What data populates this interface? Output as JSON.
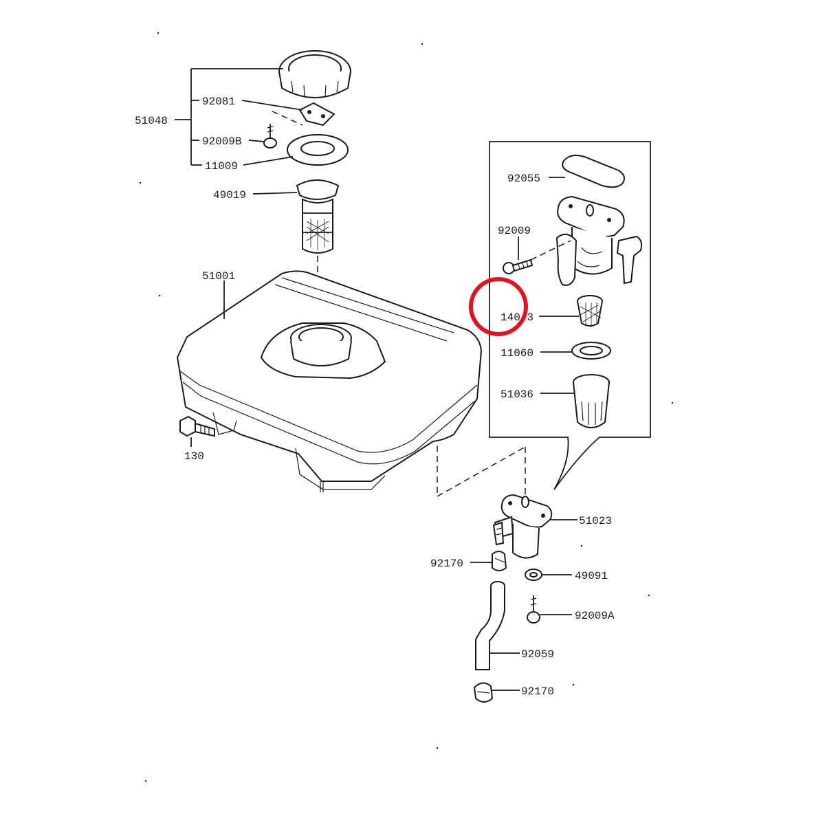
{
  "labels": {
    "p51048": "51048",
    "p92081": "92081",
    "p92009B": "92009B",
    "p11009": "11009",
    "p49019": "49019",
    "p51001": "51001",
    "p130": "130",
    "p92055": "92055",
    "p92009": "92009",
    "p140x3": "140 3",
    "p11060": "11060",
    "p51036": "51036",
    "p51023": "51023",
    "p92170a": "92170",
    "p49091": "49091",
    "p92009A": "92009A",
    "p92059": "92059",
    "p92170b": "92170"
  },
  "highlight": {
    "color": "#e8101a",
    "target": "140 3"
  },
  "colors": {
    "line": "#1a1a1a",
    "background": "#ffffff"
  }
}
